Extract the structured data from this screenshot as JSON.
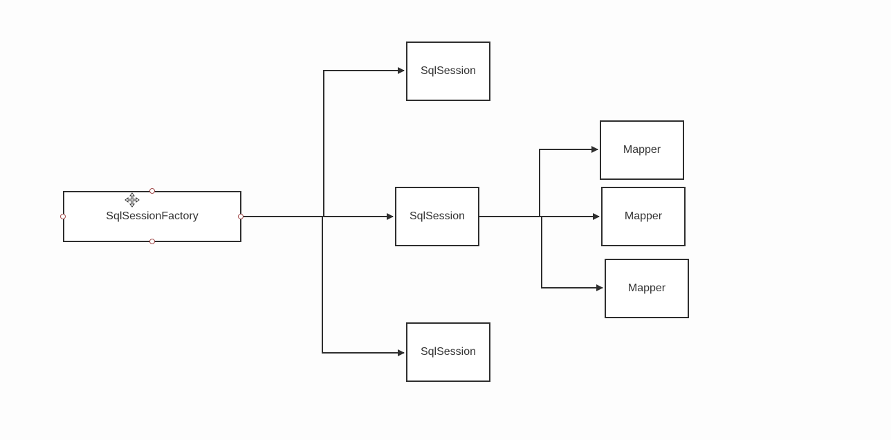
{
  "diagram": {
    "nodes": {
      "factory": {
        "label": "SqlSessionFactory",
        "selected": true
      },
      "session_top": {
        "label": "SqlSession"
      },
      "session_mid": {
        "label": "SqlSession"
      },
      "session_bottom": {
        "label": "SqlSession"
      },
      "mapper_1": {
        "label": "Mapper"
      },
      "mapper_2": {
        "label": "Mapper"
      },
      "mapper_3": {
        "label": "Mapper"
      }
    },
    "edges": [
      {
        "from": "factory",
        "to": "session_top"
      },
      {
        "from": "factory",
        "to": "session_mid"
      },
      {
        "from": "factory",
        "to": "session_bottom"
      },
      {
        "from": "session_mid",
        "to": "mapper_1"
      },
      {
        "from": "session_mid",
        "to": "mapper_2"
      },
      {
        "from": "session_mid",
        "to": "mapper_3"
      }
    ],
    "colors": {
      "stroke": "#2e2e2e",
      "text": "#333333",
      "selection_handle": "#a04848"
    },
    "icons": {
      "cursor": "move-cursor-icon"
    }
  }
}
